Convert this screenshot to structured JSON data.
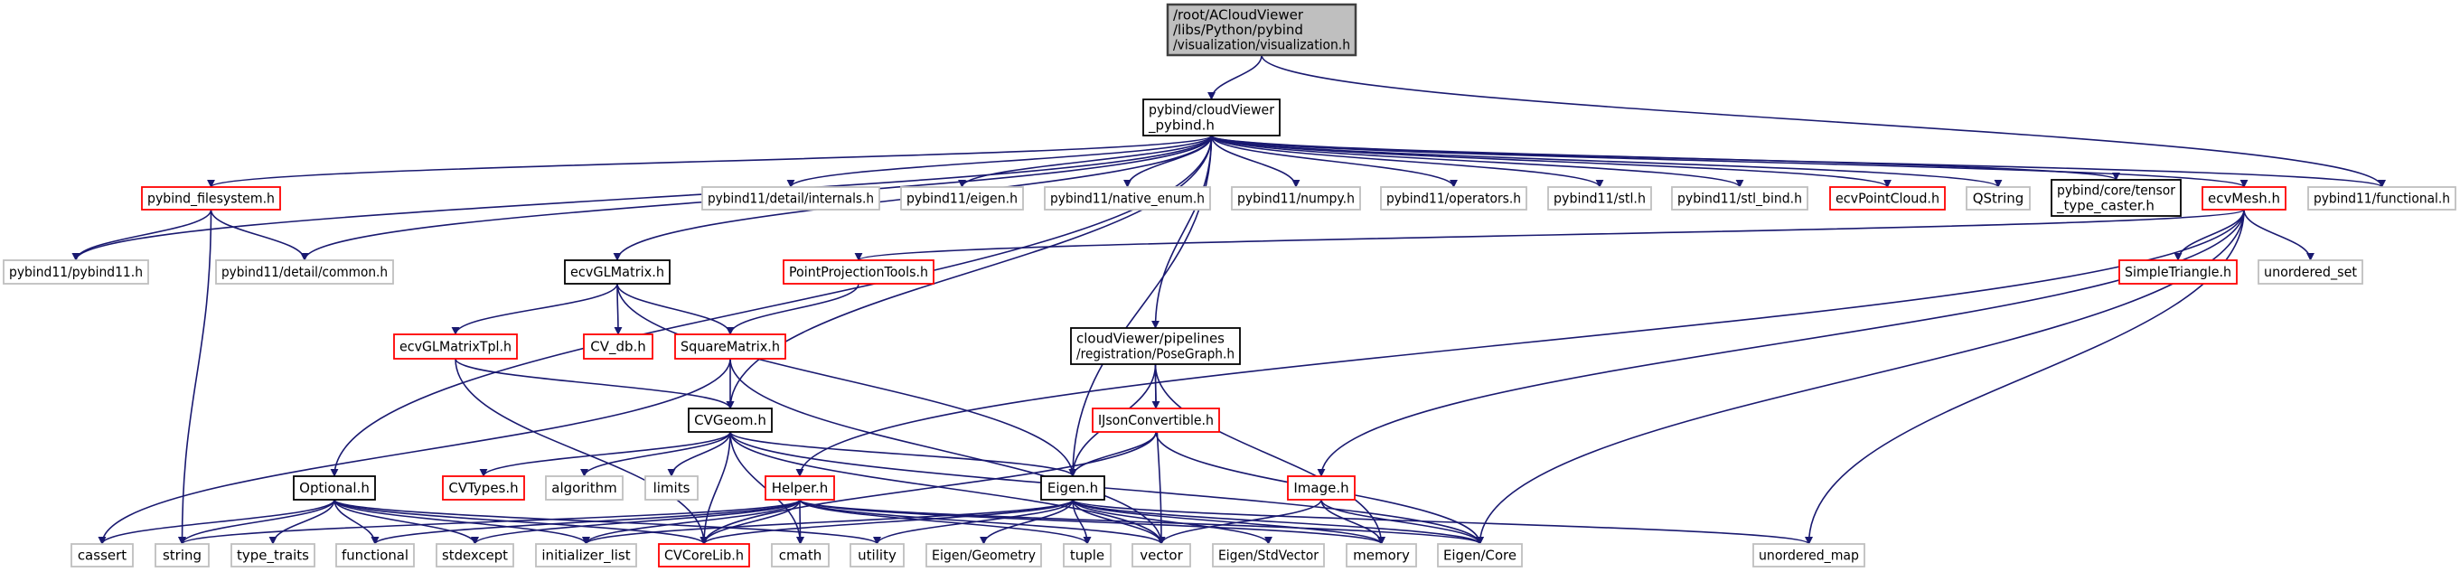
{
  "graph": {
    "edge_color": "#191970",
    "style_colors": {
      "root": {
        "fill": "#bfbfbf",
        "stroke": "#404040"
      },
      "documented": {
        "fill": "#ffffff",
        "stroke": "#000000"
      },
      "truncated": {
        "fill": "#ffffff",
        "stroke": "#ff0000"
      },
      "external": {
        "fill": "#ffffff",
        "stroke": "#bfbfbf"
      }
    },
    "nodes": [
      {
        "id": "visualization",
        "lines": [
          "/root/ACloudViewer",
          "/libs/Python/pybind",
          "/visualization/visualization.h"
        ],
        "style": "root"
      },
      {
        "id": "cv-pybind",
        "lines": [
          "pybind/cloudViewer",
          "_pybind.h"
        ],
        "style": "documented"
      },
      {
        "id": "pybind-filesystem",
        "lines": [
          "pybind_filesystem.h"
        ],
        "style": "truncated"
      },
      {
        "id": "internals",
        "lines": [
          "pybind11/detail/internals.h"
        ],
        "style": "external"
      },
      {
        "id": "pb-eigen",
        "lines": [
          "pybind11/eigen.h"
        ],
        "style": "external"
      },
      {
        "id": "native-enum",
        "lines": [
          "pybind11/native_enum.h"
        ],
        "style": "external"
      },
      {
        "id": "numpy",
        "lines": [
          "pybind11/numpy.h"
        ],
        "style": "external"
      },
      {
        "id": "operators",
        "lines": [
          "pybind11/operators.h"
        ],
        "style": "external"
      },
      {
        "id": "stl",
        "lines": [
          "pybind11/stl.h"
        ],
        "style": "external"
      },
      {
        "id": "stl-bind",
        "lines": [
          "pybind11/stl_bind.h"
        ],
        "style": "external"
      },
      {
        "id": "ecv-point-cloud",
        "lines": [
          "ecvPointCloud.h"
        ],
        "style": "truncated"
      },
      {
        "id": "qstring",
        "lines": [
          "QString"
        ],
        "style": "external"
      },
      {
        "id": "tensor-caster",
        "lines": [
          "pybind/core/tensor",
          "_type_caster.h"
        ],
        "style": "documented"
      },
      {
        "id": "ecv-mesh",
        "lines": [
          "ecvMesh.h"
        ],
        "style": "truncated"
      },
      {
        "id": "pb-functional",
        "lines": [
          "pybind11/functional.h"
        ],
        "style": "external"
      },
      {
        "id": "pybind11",
        "lines": [
          "pybind11/pybind11.h"
        ],
        "style": "external"
      },
      {
        "id": "common",
        "lines": [
          "pybind11/detail/common.h"
        ],
        "style": "external"
      },
      {
        "id": "ecv-gl-matrix",
        "lines": [
          "ecvGLMatrix.h"
        ],
        "style": "documented"
      },
      {
        "id": "point-projection",
        "lines": [
          "PointProjectionTools.h"
        ],
        "style": "truncated"
      },
      {
        "id": "simple-triangle",
        "lines": [
          "SimpleTriangle.h"
        ],
        "style": "truncated"
      },
      {
        "id": "unordered-set",
        "lines": [
          "unordered_set"
        ],
        "style": "external"
      },
      {
        "id": "ecv-gl-matrix-tpl",
        "lines": [
          "ecvGLMatrixTpl.h"
        ],
        "style": "truncated"
      },
      {
        "id": "cv-db",
        "lines": [
          "CV_db.h"
        ],
        "style": "truncated"
      },
      {
        "id": "square-matrix",
        "lines": [
          "SquareMatrix.h"
        ],
        "style": "truncated"
      },
      {
        "id": "pose-graph",
        "lines": [
          "cloudViewer/pipelines",
          "/registration/PoseGraph.h"
        ],
        "style": "documented"
      },
      {
        "id": "cv-geom",
        "lines": [
          "CVGeom.h"
        ],
        "style": "documented"
      },
      {
        "id": "ijson",
        "lines": [
          "IJsonConvertible.h"
        ],
        "style": "truncated"
      },
      {
        "id": "optional",
        "lines": [
          "Optional.h"
        ],
        "style": "documented"
      },
      {
        "id": "cv-types",
        "lines": [
          "CVTypes.h"
        ],
        "style": "truncated"
      },
      {
        "id": "algorithm",
        "lines": [
          "algorithm"
        ],
        "style": "external"
      },
      {
        "id": "limits",
        "lines": [
          "limits"
        ],
        "style": "external"
      },
      {
        "id": "helper",
        "lines": [
          "Helper.h"
        ],
        "style": "truncated"
      },
      {
        "id": "eigen-h",
        "lines": [
          "Eigen.h"
        ],
        "style": "documented"
      },
      {
        "id": "image",
        "lines": [
          "Image.h"
        ],
        "style": "truncated"
      },
      {
        "id": "cassert",
        "lines": [
          "cassert"
        ],
        "style": "external"
      },
      {
        "id": "string",
        "lines": [
          "string"
        ],
        "style": "external"
      },
      {
        "id": "type-traits",
        "lines": [
          "type_traits"
        ],
        "style": "external"
      },
      {
        "id": "functional",
        "lines": [
          "functional"
        ],
        "style": "external"
      },
      {
        "id": "stdexcept",
        "lines": [
          "stdexcept"
        ],
        "style": "external"
      },
      {
        "id": "initializer-list",
        "lines": [
          "initializer_list"
        ],
        "style": "external"
      },
      {
        "id": "cv-core-lib",
        "lines": [
          "CVCoreLib.h"
        ],
        "style": "truncated"
      },
      {
        "id": "cmath",
        "lines": [
          "cmath"
        ],
        "style": "external"
      },
      {
        "id": "utility",
        "lines": [
          "utility"
        ],
        "style": "external"
      },
      {
        "id": "eigen-geometry",
        "lines": [
          "Eigen/Geometry"
        ],
        "style": "external"
      },
      {
        "id": "tuple",
        "lines": [
          "tuple"
        ],
        "style": "external"
      },
      {
        "id": "vector",
        "lines": [
          "vector"
        ],
        "style": "external"
      },
      {
        "id": "eigen-stdvector",
        "lines": [
          "Eigen/StdVector"
        ],
        "style": "external"
      },
      {
        "id": "memory",
        "lines": [
          "memory"
        ],
        "style": "external"
      },
      {
        "id": "eigen-core",
        "lines": [
          "Eigen/Core"
        ],
        "style": "external"
      },
      {
        "id": "unordered-map",
        "lines": [
          "unordered_map"
        ],
        "style": "external"
      }
    ],
    "edges": [
      [
        "visualization",
        "cv-pybind"
      ],
      [
        "visualization",
        "pb-functional"
      ],
      [
        "cv-pybind",
        "pybind-filesystem"
      ],
      [
        "cv-pybind",
        "pybind11"
      ],
      [
        "cv-pybind",
        "common"
      ],
      [
        "cv-pybind",
        "ecv-gl-matrix"
      ],
      [
        "cv-pybind",
        "cv-geom"
      ],
      [
        "cv-pybind",
        "optional"
      ],
      [
        "cv-pybind",
        "eigen-h"
      ],
      [
        "cv-pybind",
        "internals"
      ],
      [
        "cv-pybind",
        "pb-eigen"
      ],
      [
        "cv-pybind",
        "native-enum"
      ],
      [
        "cv-pybind",
        "numpy"
      ],
      [
        "cv-pybind",
        "operators"
      ],
      [
        "cv-pybind",
        "stl"
      ],
      [
        "cv-pybind",
        "stl-bind"
      ],
      [
        "cv-pybind",
        "ecv-point-cloud"
      ],
      [
        "cv-pybind",
        "qstring"
      ],
      [
        "cv-pybind",
        "tensor-caster"
      ],
      [
        "cv-pybind",
        "ecv-mesh"
      ],
      [
        "cv-pybind",
        "pb-functional"
      ],
      [
        "cv-pybind",
        "pose-graph"
      ],
      [
        "pybind-filesystem",
        "pybind11"
      ],
      [
        "pybind-filesystem",
        "common"
      ],
      [
        "pybind-filesystem",
        "string"
      ],
      [
        "ecv-gl-matrix",
        "ecv-gl-matrix-tpl"
      ],
      [
        "ecv-gl-matrix",
        "cv-db"
      ],
      [
        "ecv-gl-matrix",
        "square-matrix"
      ],
      [
        "ecv-gl-matrix",
        "eigen-h"
      ],
      [
        "point-projection",
        "square-matrix"
      ],
      [
        "ecv-mesh",
        "point-projection"
      ],
      [
        "ecv-mesh",
        "helper"
      ],
      [
        "ecv-mesh",
        "image"
      ],
      [
        "ecv-mesh",
        "simple-triangle"
      ],
      [
        "ecv-mesh",
        "unordered-set"
      ],
      [
        "ecv-mesh",
        "eigen-core"
      ],
      [
        "ecv-mesh",
        "unordered-map"
      ],
      [
        "ecv-gl-matrix-tpl",
        "cv-geom"
      ],
      [
        "ecv-gl-matrix-tpl",
        "cv-core-lib"
      ],
      [
        "square-matrix",
        "cv-geom"
      ],
      [
        "square-matrix",
        "cassert"
      ],
      [
        "square-matrix",
        "vector"
      ],
      [
        "pose-graph",
        "ijson"
      ],
      [
        "pose-graph",
        "eigen-h"
      ],
      [
        "pose-graph",
        "vector"
      ],
      [
        "pose-graph",
        "memory"
      ],
      [
        "ijson",
        "eigen-h"
      ],
      [
        "ijson",
        "cv-core-lib"
      ],
      [
        "ijson",
        "eigen-core"
      ],
      [
        "cv-geom",
        "cv-types"
      ],
      [
        "cv-geom",
        "algorithm"
      ],
      [
        "cv-geom",
        "limits"
      ],
      [
        "cv-geom",
        "cv-core-lib"
      ],
      [
        "cv-geom",
        "cmath"
      ],
      [
        "cv-geom",
        "eigen-h"
      ],
      [
        "cv-geom",
        "vector"
      ],
      [
        "cv-geom",
        "eigen-core"
      ],
      [
        "optional",
        "cassert"
      ],
      [
        "optional",
        "string"
      ],
      [
        "optional",
        "type-traits"
      ],
      [
        "optional",
        "functional"
      ],
      [
        "optional",
        "stdexcept"
      ],
      [
        "optional",
        "initializer-list"
      ],
      [
        "optional",
        "utility"
      ],
      [
        "optional",
        "cv-core-lib"
      ],
      [
        "helper",
        "string"
      ],
      [
        "helper",
        "functional"
      ],
      [
        "helper",
        "stdexcept"
      ],
      [
        "helper",
        "initializer-list"
      ],
      [
        "helper",
        "cv-core-lib"
      ],
      [
        "helper",
        "cmath"
      ],
      [
        "helper",
        "tuple"
      ],
      [
        "helper",
        "vector"
      ],
      [
        "helper",
        "memory"
      ],
      [
        "helper",
        "eigen-core"
      ],
      [
        "eigen-h",
        "cv-core-lib"
      ],
      [
        "eigen-h",
        "initializer-list"
      ],
      [
        "eigen-h",
        "utility"
      ],
      [
        "eigen-h",
        "eigen-geometry"
      ],
      [
        "eigen-h",
        "tuple"
      ],
      [
        "eigen-h",
        "vector"
      ],
      [
        "eigen-h",
        "eigen-stdvector"
      ],
      [
        "eigen-h",
        "memory"
      ],
      [
        "eigen-h",
        "eigen-core"
      ],
      [
        "eigen-h",
        "unordered-map"
      ],
      [
        "image",
        "vector"
      ],
      [
        "image",
        "memory"
      ],
      [
        "image",
        "eigen-core"
      ]
    ]
  }
}
